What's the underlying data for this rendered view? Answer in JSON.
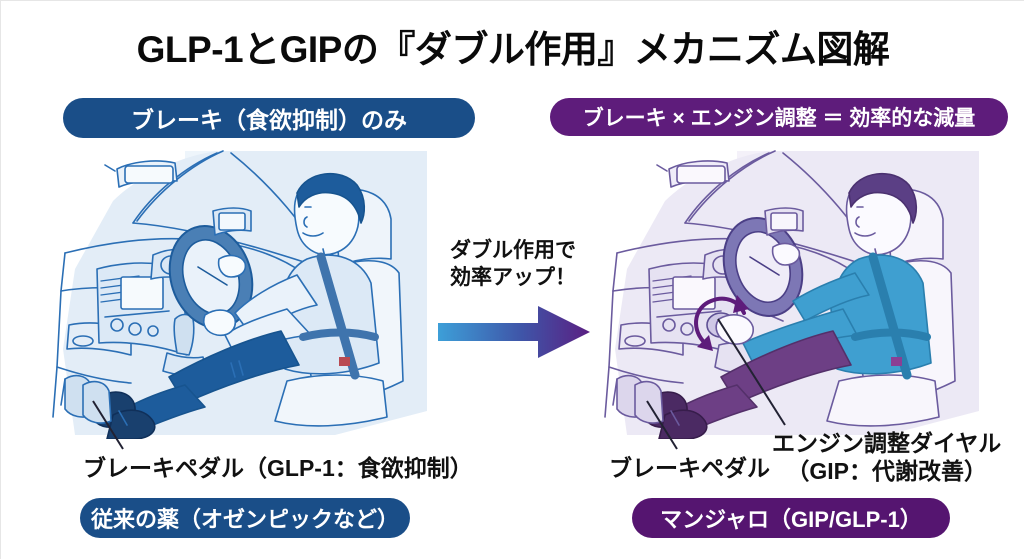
{
  "title": "GLP-1とGIPの『ダブル作用』メカニズム図解",
  "colors": {
    "navy": "#1a4e88",
    "purple": "#5e1c7b",
    "purple_dark": "#551570",
    "arrow_start": "#3d9fd8",
    "arrow_end": "#5a1f82",
    "text": "#111111",
    "background": "#ffffff"
  },
  "left_panel": {
    "banner": "ブレーキ（食欲抑制）のみ",
    "illustration_alt": "運転席でハンドルを握りブレーキペダルを踏むドライバーのイラスト（青）",
    "callout_pedal": "ブレーキペダル（GLP-1：食欲抑制）",
    "footer": "従来の薬（オゼンピックなど）"
  },
  "center": {
    "arrow_line1": "ダブル作用で",
    "arrow_line2": "効率アップ！",
    "arrow_icon": "right-arrow-gradient"
  },
  "right_panel": {
    "banner": "ブレーキ × エンジン調整 ＝ 効率的な減量",
    "illustration_alt": "運転席でハンドルを握りダイヤルを回すドライバーのイラスト（紫）",
    "callout_pedal": "ブレーキペダル",
    "callout_dial_line1": "エンジン調整ダイヤル",
    "callout_dial_line2": "（GIP：代謝改善）",
    "footer": "マンジャロ（GIP/GLP-1）"
  }
}
